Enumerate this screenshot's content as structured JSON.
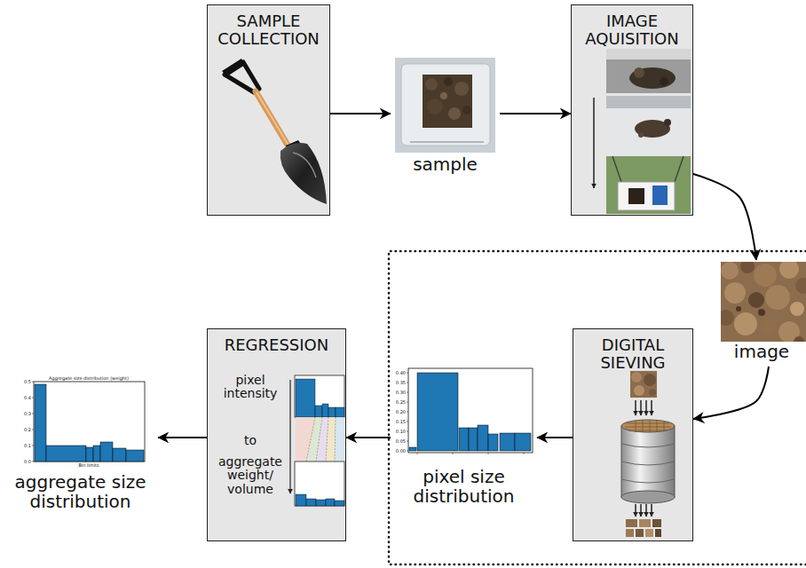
{
  "diagram": {
    "nodes": [
      {
        "text": [
          "SAMPLE COLLECTION"
        ]
      },
      {
        "text": [
          "sample"
        ]
      },
      {
        "text": [
          "IMAGE AQUISITION"
        ]
      },
      {
        "text": [
          "image"
        ]
      },
      {
        "text": [
          "DIGITAL SIEVING"
        ]
      },
      {
        "text": [
          "pixel size distribution"
        ]
      },
      {
        "text": [
          "REGRESSION",
          "pixel intensity",
          "to",
          "aggregate weight/ volume"
        ]
      },
      {
        "text": [
          "aggregate size distribution"
        ]
      }
    ],
    "edges": [
      {
        "from": 0,
        "to": 1,
        "arrow": "to"
      },
      {
        "from": 1,
        "to": 2,
        "arrow": "to"
      },
      {
        "from": 2,
        "to": 3,
        "arrow": "to"
      },
      {
        "from": 3,
        "to": 4,
        "arrow": "to"
      },
      {
        "from": 4,
        "to": 5,
        "arrow": "to"
      },
      {
        "from": 5,
        "to": 6,
        "arrow": "to"
      },
      {
        "from": 6,
        "to": 7,
        "arrow": "to"
      }
    ],
    "labels": [
      "0.40",
      "0.35",
      "0.30",
      "0.25",
      "0.20",
      "0.15",
      "0.10",
      "0.05",
      "0.00",
      "Aggregate size distribution (weight)",
      "0.5",
      "0.4",
      "0.3",
      "0.2",
      "0.1",
      "0.0",
      "Bin limits"
    ]
  }
}
